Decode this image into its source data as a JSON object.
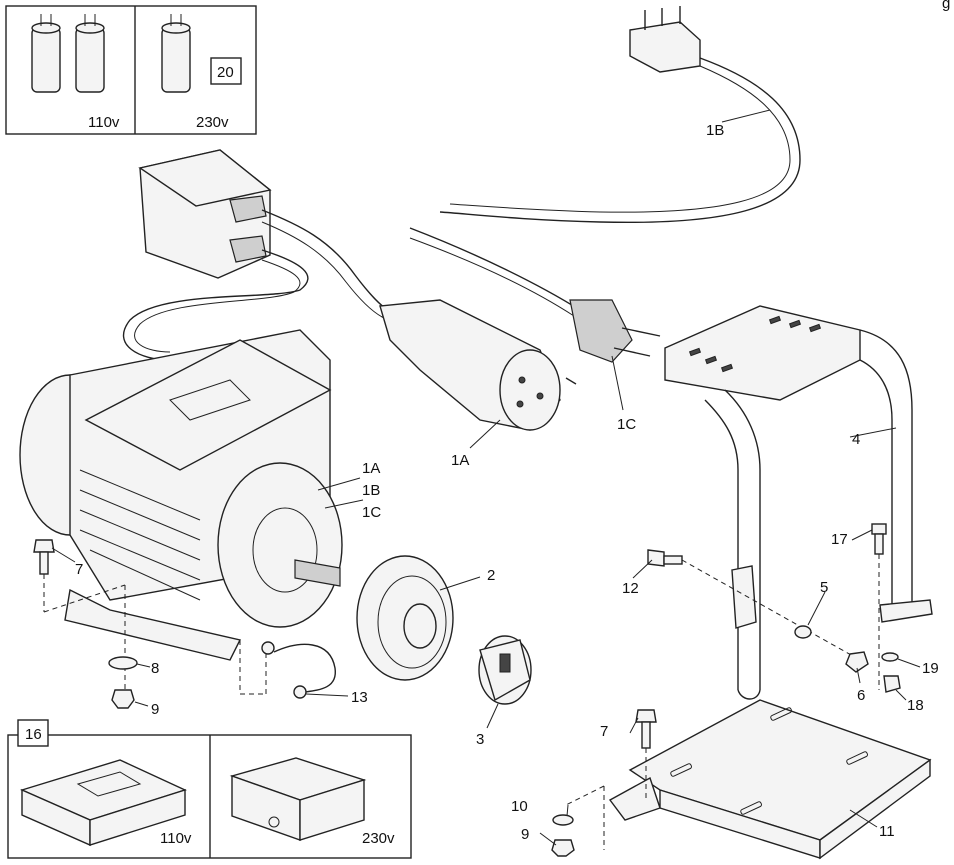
{
  "corner_mark": "g",
  "inset_top": {
    "box_number": "20",
    "left_label": "110v",
    "right_label": "230v"
  },
  "inset_bottom": {
    "box_number": "16",
    "left_label": "110v",
    "right_label": "230v"
  },
  "callouts": {
    "c1a_plug": "1A",
    "c1b_cord": "1B",
    "c1c_plug": "1C",
    "motor_1a": "1A",
    "motor_1b": "1B",
    "motor_1c": "1C",
    "c2": "2",
    "c3": "3",
    "c4": "4",
    "c5": "5",
    "c6": "6",
    "c7_motor": "7",
    "c7_base": "7",
    "c8": "8",
    "c9_motor": "9",
    "c9_base": "9",
    "c10": "10",
    "c11": "11",
    "c12": "12",
    "c13": "13",
    "c17": "17",
    "c18": "18",
    "c19": "19"
  }
}
